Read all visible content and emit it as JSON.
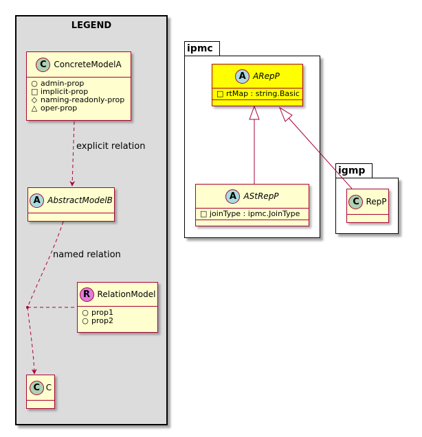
{
  "legend": {
    "title": "LEGEND",
    "classes": {
      "concrete_model_a": {
        "badge": "C",
        "name": "ConcreteModelA",
        "fields": [
          {
            "visibility": "public",
            "symbol": "○",
            "name": "admin-prop"
          },
          {
            "visibility": "private",
            "symbol": "□",
            "name": "implicit-prop"
          },
          {
            "visibility": "protected",
            "symbol": "◇",
            "name": "naming-readonly-prop"
          },
          {
            "visibility": "package",
            "symbol": "△",
            "name": "oper-prop"
          }
        ]
      },
      "abstract_model_b": {
        "badge": "A",
        "name": "AbstractModelB"
      },
      "relation_model": {
        "badge": "R",
        "name": "RelationModel",
        "fields": [
          {
            "visibility": "public",
            "symbol": "○",
            "name": "prop1"
          },
          {
            "visibility": "public",
            "symbol": "○",
            "name": "prop2"
          }
        ]
      },
      "c": {
        "badge": "C",
        "name": "C"
      }
    },
    "relations": {
      "explicit": "explicit relation",
      "named": "named relation"
    }
  },
  "packages": {
    "ipmc": {
      "name": "ipmc",
      "classes": {
        "arep_p": {
          "badge": "A",
          "name": "ARepP",
          "fill": "#ffff00",
          "fields": [
            {
              "visibility": "private",
              "symbol": "□",
              "name": "rtMap : string.Basic"
            }
          ]
        },
        "astrep_p": {
          "badge": "A",
          "name": "AStRepP",
          "fields": [
            {
              "visibility": "private",
              "symbol": "□",
              "name": "joinType : ipmc.JoinType"
            }
          ]
        }
      }
    },
    "igmp": {
      "name": "igmp",
      "classes": {
        "rep_p": {
          "badge": "C",
          "name": "RepP"
        }
      }
    }
  },
  "colors": {
    "class_fill": "#fefece",
    "class_border": "#a80036",
    "highlight_fill": "#ffff00",
    "legend_bg": "#dcdcdc"
  }
}
